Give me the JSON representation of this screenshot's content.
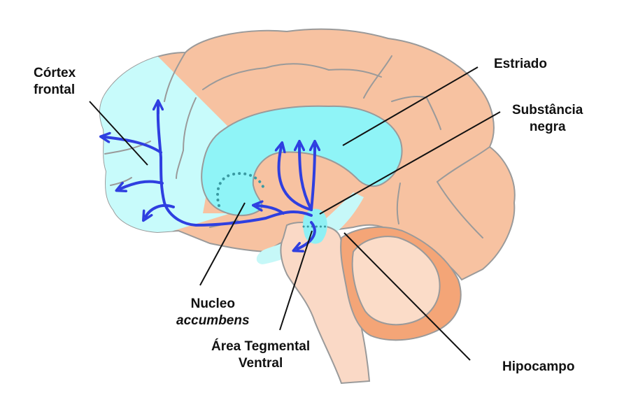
{
  "title": "Via dopaminérgica mesolímbica/mesocortical",
  "labels": {
    "cortex_frontal": {
      "line1": "Córtex",
      "line2": "frontal"
    },
    "estriado": {
      "line1": "Estriado"
    },
    "substancia_negra": {
      "line1": "Substância",
      "line2": "negra"
    },
    "nucleo_accumbens": {
      "line1": "Nucleo",
      "line2": "accumbens"
    },
    "area_tegmental_ventral": {
      "line1": "Área Tegmental",
      "line2": "Ventral"
    },
    "hipocampo": {
      "line1": "Hipocampo"
    }
  },
  "colors": {
    "brain": "#f7c2a1",
    "brainstem": "#fad9c6",
    "cerebellum_outer": "#f4a577",
    "cerebellum_inner": "#fbdcc8",
    "frontal_highlight": "#c8fbfb",
    "striatum": "#8ff4f7",
    "hippocampus": "#c6f8f8",
    "vta": "#8ff0f4",
    "pathway": "#2f3fe0"
  }
}
